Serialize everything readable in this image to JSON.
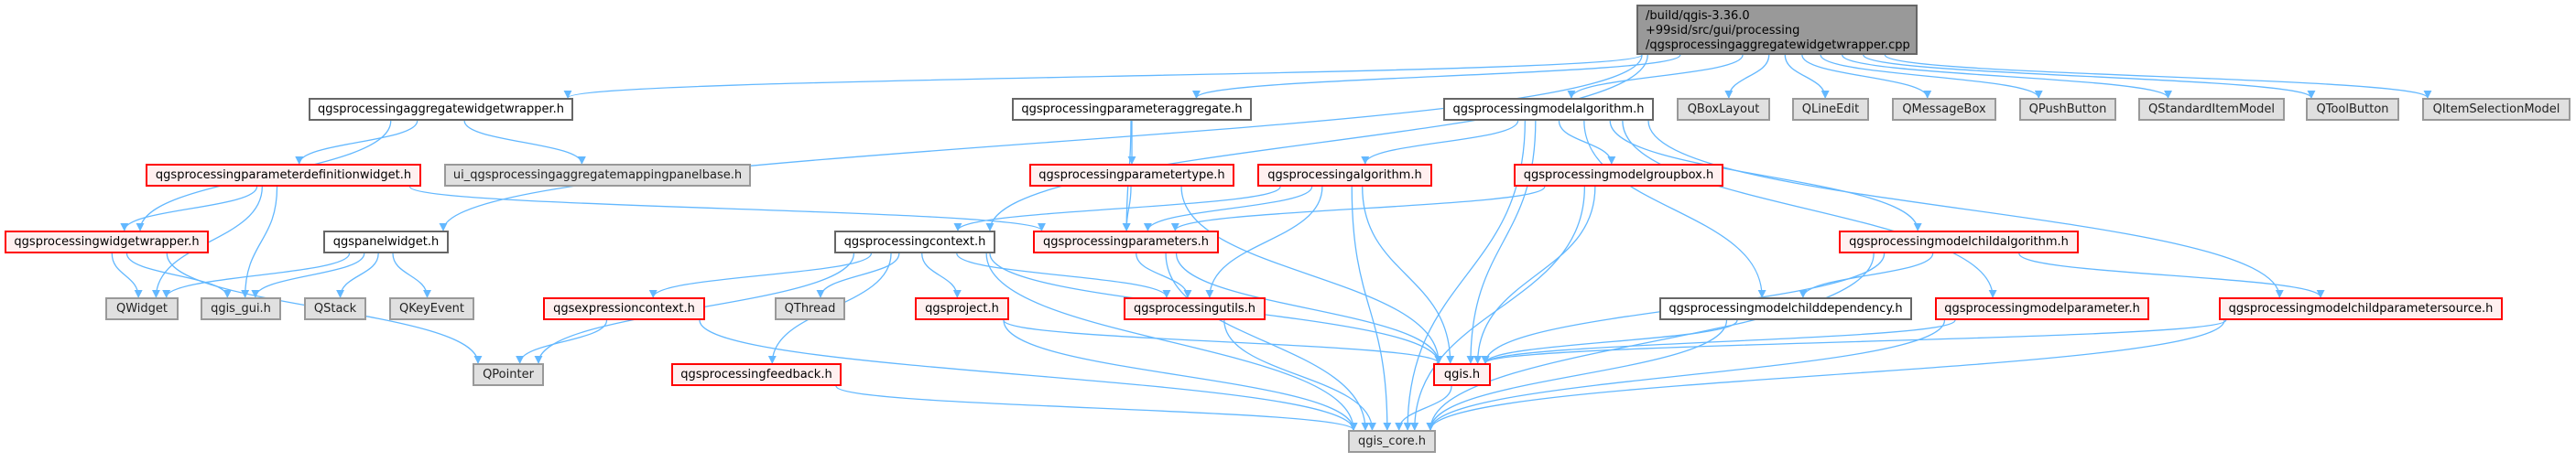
{
  "root": {
    "id": "root",
    "lines": [
      "/build/qgis-3.36.0",
      "+99sid/src/gui/processing",
      "/qgsprocessingaggregatewidgetwrapper.cpp"
    ]
  },
  "nodes": [
    {
      "id": "aggwrapper",
      "label": "qgsprocessingaggregatewidgetwrapper.h",
      "kind": "plain"
    },
    {
      "id": "paramaggregate",
      "label": "qgsprocessingparameteraggregate.h",
      "kind": "plain"
    },
    {
      "id": "modelalgorithm",
      "label": "qgsprocessingmodelalgorithm.h",
      "kind": "plain"
    },
    {
      "id": "QBoxLayout",
      "label": "QBoxLayout",
      "kind": "ext"
    },
    {
      "id": "QLineEdit",
      "label": "QLineEdit",
      "kind": "ext"
    },
    {
      "id": "QMessageBox",
      "label": "QMessageBox",
      "kind": "ext"
    },
    {
      "id": "QPushButton",
      "label": "QPushButton",
      "kind": "ext"
    },
    {
      "id": "QStandardItemModel",
      "label": "QStandardItemModel",
      "kind": "ext"
    },
    {
      "id": "QToolButton",
      "label": "QToolButton",
      "kind": "ext"
    },
    {
      "id": "QItemSelectionModel",
      "label": "QItemSelectionModel",
      "kind": "ext"
    },
    {
      "id": "paramdefwidget",
      "label": "qgsprocessingparameterdefinitionwidget.h",
      "kind": "red"
    },
    {
      "id": "ui",
      "label": "ui_qgsprocessingaggregatemappingpanelbase.h",
      "kind": "ext"
    },
    {
      "id": "paramtype",
      "label": "qgsprocessingparametertype.h",
      "kind": "red"
    },
    {
      "id": "algorithm",
      "label": "qgsprocessingalgorithm.h",
      "kind": "red"
    },
    {
      "id": "modelgroupbox",
      "label": "qgsprocessingmodelgroupbox.h",
      "kind": "red"
    },
    {
      "id": "widgetwrapper",
      "label": "qgsprocessingwidgetwrapper.h",
      "kind": "red"
    },
    {
      "id": "panelwidget",
      "label": "qgspanelwidget.h",
      "kind": "plain"
    },
    {
      "id": "context",
      "label": "qgsprocessingcontext.h",
      "kind": "plain"
    },
    {
      "id": "parameters",
      "label": "qgsprocessingparameters.h",
      "kind": "red"
    },
    {
      "id": "childalgorithm",
      "label": "qgsprocessingmodelchildalgorithm.h",
      "kind": "red"
    },
    {
      "id": "QWidget",
      "label": "QWidget",
      "kind": "ext"
    },
    {
      "id": "qgis_gui",
      "label": "qgis_gui.h",
      "kind": "ext"
    },
    {
      "id": "QStack",
      "label": "QStack",
      "kind": "ext"
    },
    {
      "id": "QKeyEvent",
      "label": "QKeyEvent",
      "kind": "ext"
    },
    {
      "id": "exprcontext",
      "label": "qgsexpressioncontext.h",
      "kind": "red"
    },
    {
      "id": "QThread",
      "label": "QThread",
      "kind": "ext"
    },
    {
      "id": "project",
      "label": "qgsproject.h",
      "kind": "red"
    },
    {
      "id": "utils",
      "label": "qgsprocessingutils.h",
      "kind": "red"
    },
    {
      "id": "childdependency",
      "label": "qgsprocessingmodelchilddependency.h",
      "kind": "plain"
    },
    {
      "id": "modelparameter",
      "label": "qgsprocessingmodelparameter.h",
      "kind": "red"
    },
    {
      "id": "childparamsource",
      "label": "qgsprocessingmodelchildparametersource.h",
      "kind": "red"
    },
    {
      "id": "QPointer",
      "label": "QPointer",
      "kind": "ext"
    },
    {
      "id": "feedback",
      "label": "qgsprocessingfeedback.h",
      "kind": "red"
    },
    {
      "id": "qgis",
      "label": "qgis.h",
      "kind": "red"
    },
    {
      "id": "qgis_core",
      "label": "qgis_core.h",
      "kind": "ext"
    }
  ],
  "edges": [
    [
      "root",
      "aggwrapper"
    ],
    [
      "root",
      "paramaggregate"
    ],
    [
      "root",
      "modelalgorithm"
    ],
    [
      "root",
      "context"
    ],
    [
      "root",
      "panelwidget"
    ],
    [
      "root",
      "QBoxLayout"
    ],
    [
      "root",
      "QLineEdit"
    ],
    [
      "root",
      "QMessageBox"
    ],
    [
      "root",
      "QPushButton"
    ],
    [
      "root",
      "QStandardItemModel"
    ],
    [
      "root",
      "QToolButton"
    ],
    [
      "root",
      "QItemSelectionModel"
    ],
    [
      "aggwrapper",
      "paramdefwidget"
    ],
    [
      "aggwrapper",
      "ui"
    ],
    [
      "aggwrapper",
      "widgetwrapper"
    ],
    [
      "paramdefwidget",
      "widgetwrapper"
    ],
    [
      "paramdefwidget",
      "QWidget"
    ],
    [
      "paramdefwidget",
      "qgis_gui"
    ],
    [
      "paramdefwidget",
      "parameters"
    ],
    [
      "widgetwrapper",
      "QWidget"
    ],
    [
      "widgetwrapper",
      "qgis_gui"
    ],
    [
      "widgetwrapper",
      "QPointer"
    ],
    [
      "panelwidget",
      "QWidget"
    ],
    [
      "panelwidget",
      "qgis_gui"
    ],
    [
      "panelwidget",
      "QStack"
    ],
    [
      "panelwidget",
      "QKeyEvent"
    ],
    [
      "paramaggregate",
      "paramtype"
    ],
    [
      "paramaggregate",
      "parameters"
    ],
    [
      "paramtype",
      "parameters"
    ],
    [
      "paramtype",
      "qgis"
    ],
    [
      "modelalgorithm",
      "algorithm"
    ],
    [
      "modelalgorithm",
      "modelgroupbox"
    ],
    [
      "modelalgorithm",
      "qgis"
    ],
    [
      "modelalgorithm",
      "childalgorithm"
    ],
    [
      "modelalgorithm",
      "childdependency"
    ],
    [
      "modelalgorithm",
      "modelparameter"
    ],
    [
      "modelalgorithm",
      "childparamsource"
    ],
    [
      "modelalgorithm",
      "qgis_core"
    ],
    [
      "algorithm",
      "context"
    ],
    [
      "algorithm",
      "parameters"
    ],
    [
      "algorithm",
      "utils"
    ],
    [
      "algorithm",
      "qgis"
    ],
    [
      "algorithm",
      "qgis_core"
    ],
    [
      "modelgroupbox",
      "parameters"
    ],
    [
      "modelgroupbox",
      "qgis"
    ],
    [
      "modelgroupbox",
      "qgis_core"
    ],
    [
      "context",
      "QPointer"
    ],
    [
      "context",
      "exprcontext"
    ],
    [
      "context",
      "QThread"
    ],
    [
      "context",
      "feedback"
    ],
    [
      "context",
      "project"
    ],
    [
      "context",
      "utils"
    ],
    [
      "context",
      "qgis"
    ],
    [
      "context",
      "qgis_core"
    ],
    [
      "parameters",
      "utils"
    ],
    [
      "parameters",
      "qgis"
    ],
    [
      "parameters",
      "qgis_core"
    ],
    [
      "exprcontext",
      "QPointer"
    ],
    [
      "exprcontext",
      "qgis_core"
    ],
    [
      "feedback",
      "qgis_core"
    ],
    [
      "project",
      "qgis"
    ],
    [
      "project",
      "qgis_core"
    ],
    [
      "utils",
      "qgis_core"
    ],
    [
      "qgis",
      "qgis_core"
    ],
    [
      "childalgorithm",
      "childdependency"
    ],
    [
      "childalgorithm",
      "childparamsource"
    ],
    [
      "childalgorithm",
      "qgis"
    ],
    [
      "childalgorithm",
      "qgis_core"
    ],
    [
      "childdependency",
      "qgis"
    ],
    [
      "childdependency",
      "qgis_core"
    ],
    [
      "modelparameter",
      "qgis"
    ],
    [
      "modelparameter",
      "qgis_core"
    ],
    [
      "childparamsource",
      "qgis"
    ],
    [
      "childparamsource",
      "qgis_core"
    ]
  ],
  "colors": {
    "edge": "#63b8ff",
    "red_border": "#ff0000",
    "red_fill": "#fff0f0",
    "ext_fill": "#e0e0e0",
    "root_fill": "#999999"
  }
}
